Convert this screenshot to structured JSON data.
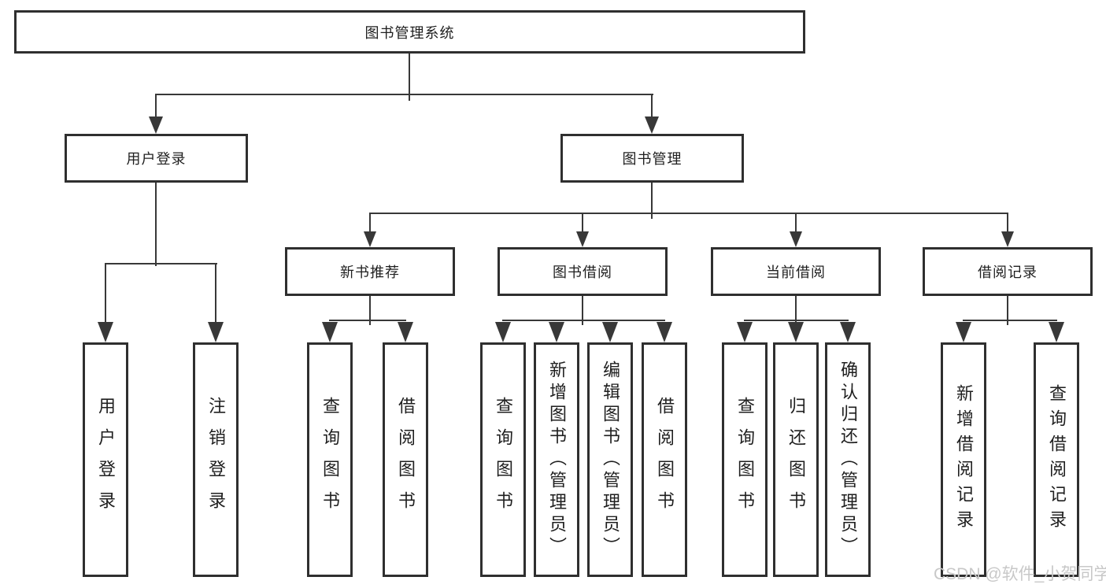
{
  "diagram": {
    "root": {
      "label": "图书管理系统"
    },
    "user_login": {
      "label": "用户登录",
      "children": {
        "login": {
          "label": "用户登录"
        },
        "logout": {
          "label": "注销登录"
        }
      }
    },
    "book_mgmt": {
      "label": "图书管理",
      "children": {
        "new_book": {
          "label": "新书推荐",
          "children": {
            "query": {
              "label": "查询图书"
            },
            "borrow": {
              "label": "借阅图书"
            }
          }
        },
        "book_borrow": {
          "label": "图书借阅",
          "children": {
            "query": {
              "label": "查询图书"
            },
            "add": {
              "label": "新增图书（管理员）"
            },
            "edit": {
              "label": "编辑图书（管理员）"
            },
            "borrow": {
              "label": "借阅图书"
            }
          }
        },
        "current_borrow": {
          "label": "当前借阅",
          "children": {
            "query": {
              "label": "查询图书"
            },
            "return": {
              "label": "归还图书"
            },
            "confirm": {
              "label": "确认归还（管理员）"
            }
          }
        },
        "borrow_record": {
          "label": "借阅记录",
          "children": {
            "add": {
              "label": "新增借阅记录"
            },
            "query": {
              "label": "查询借阅记录"
            }
          }
        }
      }
    }
  },
  "watermark": {
    "text": "CSDN @软件_小贺同学",
    "color": "#c8c8c8"
  },
  "colors": {
    "background": "#ffffff",
    "box_border": "#2f2f2f",
    "line": "#383838",
    "text": "#1f1f1f"
  }
}
